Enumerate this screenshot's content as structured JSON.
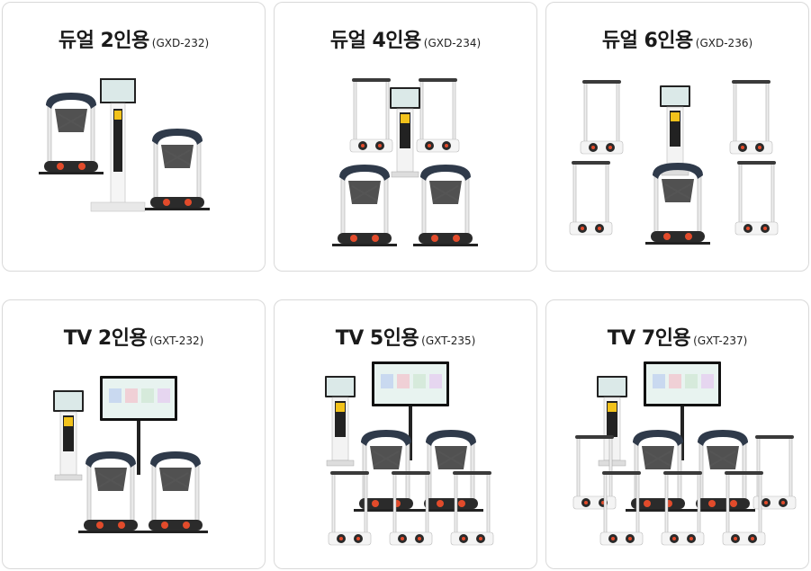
{
  "products": [
    {
      "name": "듀얼 2인용",
      "model": "(GXD-232)",
      "image": "dual-2-seat-machine-image"
    },
    {
      "name": "듀얼 4인용",
      "model": "(GXD-234)",
      "image": "dual-4-seat-machine-image"
    },
    {
      "name": "듀얼 6인용",
      "model": "(GXD-236)",
      "image": "dual-6-seat-machine-image"
    },
    {
      "name": "TV 2인용",
      "model": "(GXT-232)",
      "image": "tv-2-seat-machine-image"
    },
    {
      "name": "TV 5인용",
      "model": "(GXT-235)",
      "image": "tv-5-seat-machine-image"
    },
    {
      "name": "TV 7인용",
      "model": "(GXT-237)",
      "image": "tv-7-seat-machine-image"
    }
  ]
}
